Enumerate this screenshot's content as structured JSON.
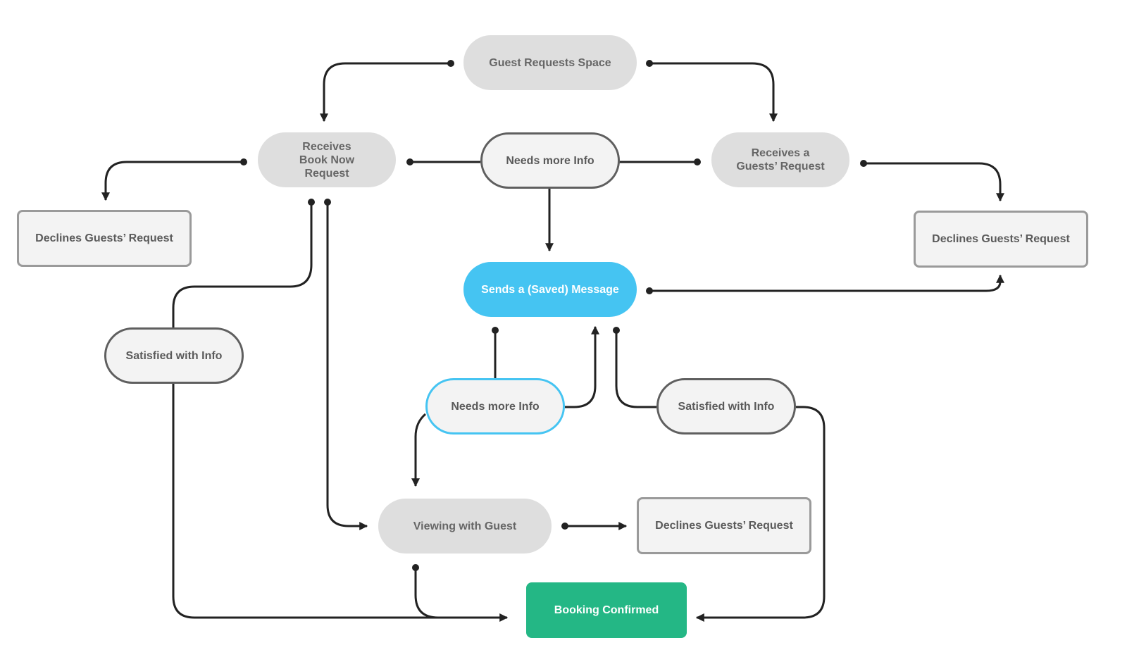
{
  "colors": {
    "line": "#222222",
    "node_grey": "#dedede",
    "outline": "#5f5f5f",
    "accent_blue": "#45c4f2",
    "confirm_green": "#24b785",
    "decline_border": "#9a9a9a"
  },
  "nodes": {
    "guest_requests_space": "Guest Requests Space",
    "receives_book_now": "Receives Book Now Request",
    "needs_more_info_top": "Needs more Info",
    "receives_guests_request": "Receives a Guests’ Request",
    "declines_left": "Declines Guests’ Request",
    "declines_right": "Declines Guests’ Request",
    "sends_saved_message": "Sends a (Saved) Message",
    "satisfied_left": "Satisfied with Info",
    "needs_more_info_mid": "Needs more Info",
    "satisfied_right": "Satisfied with Info",
    "viewing_with_guest": "Viewing with Guest",
    "declines_bottom": "Declines Guests’ Request",
    "booking_confirmed": "Booking Confirmed"
  }
}
